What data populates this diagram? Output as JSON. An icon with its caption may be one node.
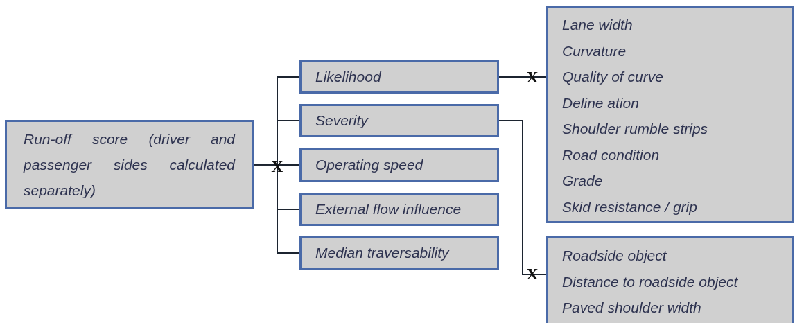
{
  "diagram": {
    "nodes": [
      {
        "text": [
          "Run-off score (driver and passenger sides calculated separately)"
        ]
      },
      {
        "text": [
          "Likelihood"
        ]
      },
      {
        "text": [
          "Severity"
        ]
      },
      {
        "text": [
          "Operating speed"
        ]
      },
      {
        "text": [
          "External flow influence"
        ]
      },
      {
        "text": [
          "Median traversability"
        ]
      },
      {
        "text": [
          "Lane width",
          "Curvature",
          "Quality of curve",
          "Deline ation",
          "Shoulder rumble strips",
          "Road condition",
          "Grade",
          "Skid resistance / grip"
        ]
      },
      {
        "text": [
          "Roadside object",
          "Distance to roadside object",
          "Paved shoulder width"
        ]
      }
    ],
    "edges": [
      {
        "from": 0,
        "to": 1,
        "arrow": "none"
      },
      {
        "from": 0,
        "to": 2,
        "arrow": "none"
      },
      {
        "from": 0,
        "to": 3,
        "arrow": "none"
      },
      {
        "from": 0,
        "to": 4,
        "arrow": "none"
      },
      {
        "from": 0,
        "to": 5,
        "arrow": "none"
      },
      {
        "from": 1,
        "to": 6,
        "arrow": "none"
      },
      {
        "from": 2,
        "to": 7,
        "arrow": "none"
      }
    ],
    "labels": [
      "X",
      "X",
      "X"
    ]
  }
}
